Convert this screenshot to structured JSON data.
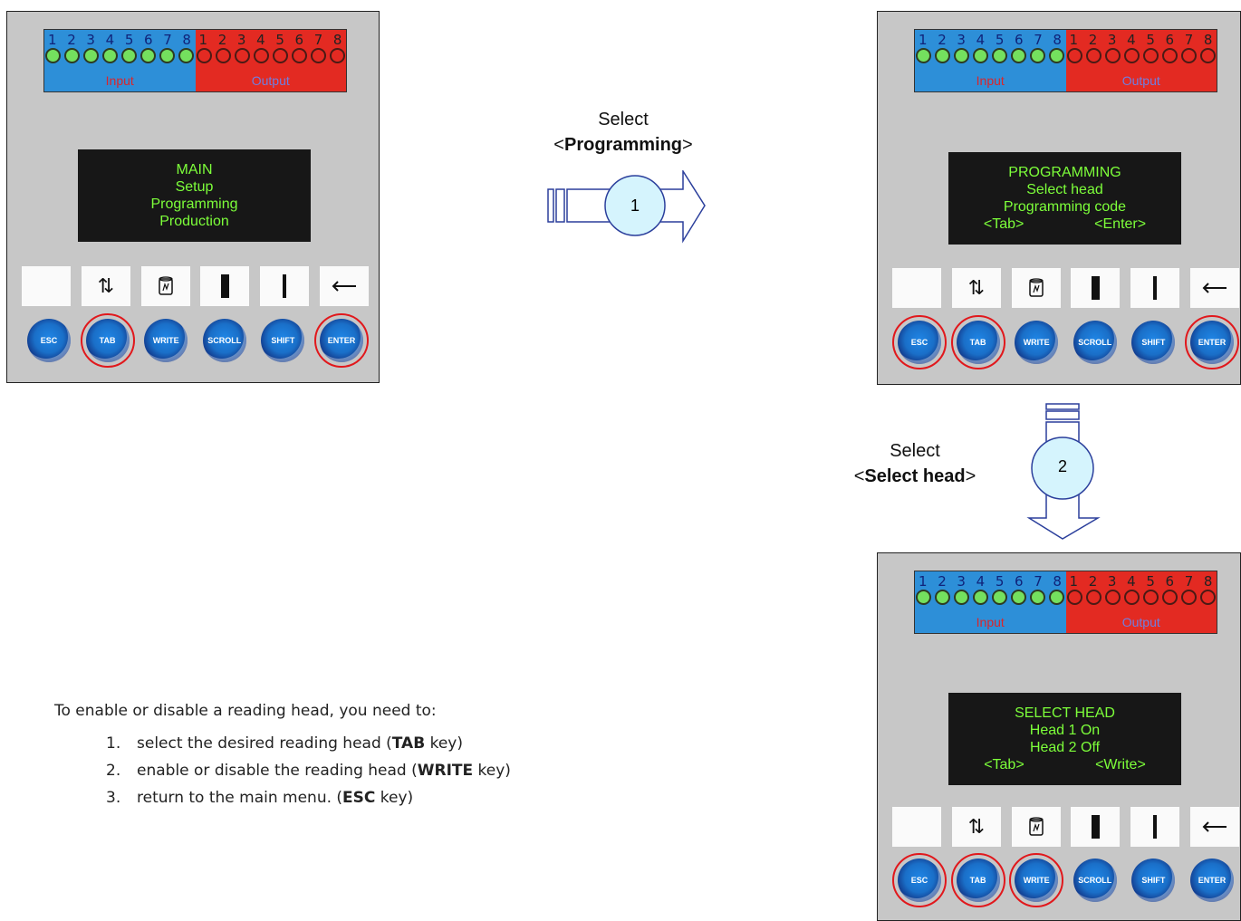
{
  "io_strip": {
    "numbers": [
      "1",
      "2",
      "3",
      "4",
      "5",
      "6",
      "7",
      "8"
    ],
    "input_label": "Input",
    "output_label": "Output",
    "input_color": "#2d8fd8",
    "output_color": "#e32a22",
    "led_on_color": "#74e05e"
  },
  "keys": [
    "",
    "⇅",
    "write-card-icon",
    "thick-bar-icon",
    "thin-bar-icon",
    "enter-arrow-icon"
  ],
  "buttons": [
    "ESC",
    "TAB",
    "WRITE",
    "SCROLL",
    "SHIFT",
    "ENTER"
  ],
  "panels": [
    {
      "lcd": [
        "MAIN",
        "Setup",
        "Programming",
        "Production"
      ],
      "highlighted": [
        "TAB",
        "ENTER"
      ]
    },
    {
      "lcd": [
        "PROGRAMMING",
        "Select head",
        "Programming code"
      ],
      "lcd_row": [
        "<Tab>",
        "<Enter>"
      ],
      "highlighted": [
        "ESC",
        "TAB",
        "ENTER"
      ]
    },
    {
      "lcd": [
        "SELECT HEAD",
        "Head 1 On",
        "Head 2 Off"
      ],
      "lcd_row": [
        "<Tab>",
        "<Write>"
      ],
      "highlighted": [
        "ESC",
        "TAB",
        "WRITE"
      ]
    }
  ],
  "step1": {
    "text": "Select",
    "open": "<",
    "item": "Programming",
    "close": ">",
    "number": "1"
  },
  "step2": {
    "text": "Select",
    "open": "<",
    "item": "Select head",
    "close": ">",
    "number": "2"
  },
  "instructions": {
    "intro": "To enable or disable a reading head, you need to:",
    "steps": [
      {
        "num": "1.",
        "pre": "select the desired reading head (",
        "key": "TAB",
        "post": " key)"
      },
      {
        "num": "2.",
        "pre": "enable or disable the reading head (",
        "key": "WRITE",
        "post": " key)"
      },
      {
        "num": "3.",
        "pre": "return to the main menu. (",
        "key": "ESC",
        "post": " key)"
      }
    ]
  },
  "highlight_color": "#e1181c",
  "arrow_color": "#2b3f9c"
}
